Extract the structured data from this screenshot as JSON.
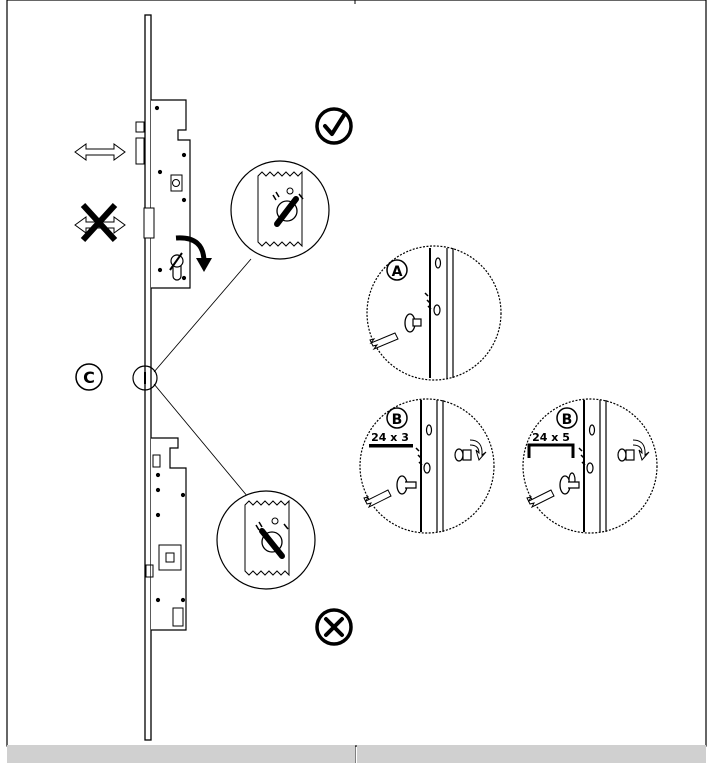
{
  "labels": {
    "c": "C",
    "a": "A",
    "b": "B",
    "dim_left": "24 x 3",
    "dim_right": "24 x 5"
  },
  "icons": {
    "correct": "check-circle-icon",
    "wrong": "x-circle-icon",
    "forbidden": "cross-mark-icon",
    "slide": "double-arrow-icon",
    "rotate": "rotate-arrow-icon"
  },
  "colors": {
    "line": "#000000",
    "footer": "#d0d0d0",
    "background": "#ffffff"
  }
}
